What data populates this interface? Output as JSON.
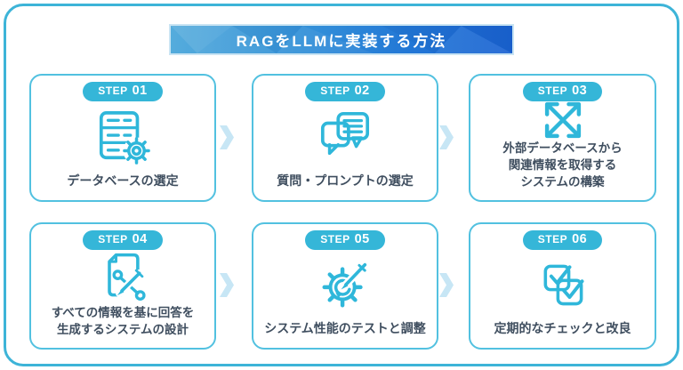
{
  "title": "RAGをLLMに実装する方法",
  "steps": [
    {
      "badge": {
        "prefix": "STEP",
        "number": "01"
      },
      "label": "データベースの選定",
      "icon": "database-gear-icon"
    },
    {
      "badge": {
        "prefix": "STEP",
        "number": "02"
      },
      "label": "質問・プロンプトの選定",
      "icon": "chat-bubbles-icon"
    },
    {
      "badge": {
        "prefix": "STEP",
        "number": "03"
      },
      "label": "外部データベースから\n関連情報を取得する\nシステムの構築",
      "icon": "expand-arrows-icon"
    },
    {
      "badge": {
        "prefix": "STEP",
        "number": "04"
      },
      "label": "すべての情報を基に回答を\n生成するシステムの設計",
      "icon": "document-tools-icon"
    },
    {
      "badge": {
        "prefix": "STEP",
        "number": "05"
      },
      "label": "システム性能のテストと調整",
      "icon": "gear-pencil-icon"
    },
    {
      "badge": {
        "prefix": "STEP",
        "number": "06"
      },
      "label": "定期的なチェックと改良",
      "icon": "double-check-icon"
    }
  ],
  "colors": {
    "accent_cyan": "#2fb7da",
    "badge_background": "#35b6d8",
    "card_border": "#52c1e0",
    "frame_border": "#3db4d8",
    "chevron": "#c7e6f5",
    "banner_gradient_start": "#55acdc",
    "banner_gradient_end": "#1b63d2",
    "label_text": "#3f4e5f",
    "badge_text": "#ffffff"
  }
}
